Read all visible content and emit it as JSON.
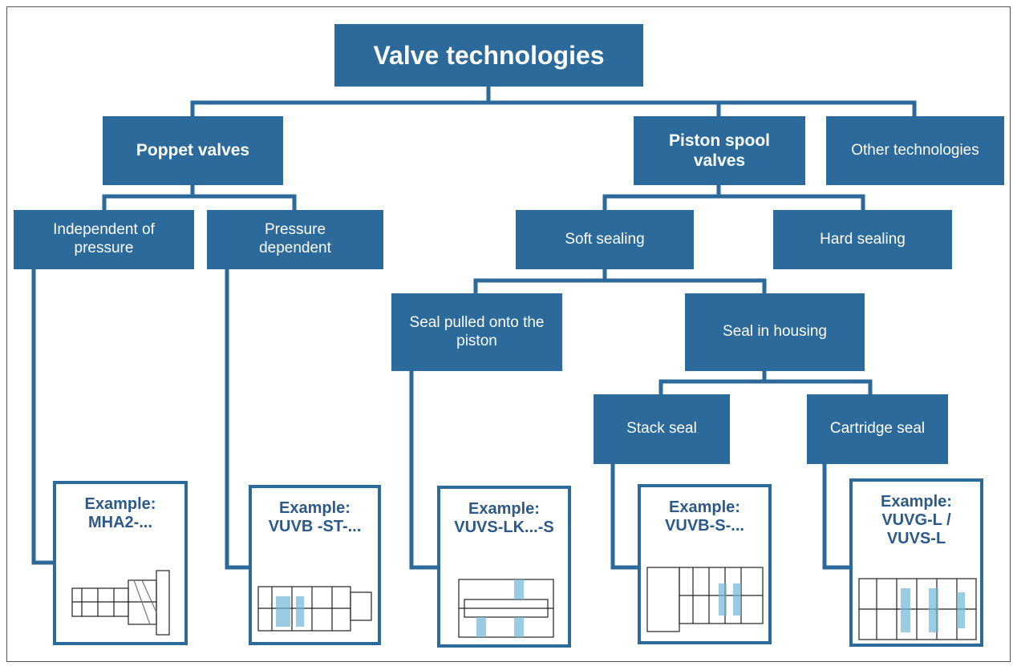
{
  "root": "Valve technologies",
  "poppet": "Poppet valves",
  "piston": "Piston spool valves",
  "other": "Other technologies",
  "independent": "Independent of pressure",
  "pressure_dep": "Pressure dependent",
  "soft": "Soft sealing",
  "hard": "Hard sealing",
  "seal_pulled": "Seal pulled onto the piston",
  "seal_housing": "Seal in housing",
  "stack": "Stack seal",
  "cartridge": "Cartridge seal",
  "examples": [
    {
      "label": "Example:",
      "model": "MHA2-...",
      "model2": ""
    },
    {
      "label": "Example:",
      "model": "VUVB -ST-...",
      "model2": ""
    },
    {
      "label": "Example:",
      "model": "VUVS-LK...-S",
      "model2": ""
    },
    {
      "label": "Example:",
      "model": "VUVB-S-...",
      "model2": ""
    },
    {
      "label": "Example:",
      "model": "VUVG-L /",
      "model2": "VUVS-L"
    }
  ],
  "colors": {
    "box": "#2b6a9a",
    "line": "#2b6a9a",
    "example_text": "#2b5a8a"
  }
}
